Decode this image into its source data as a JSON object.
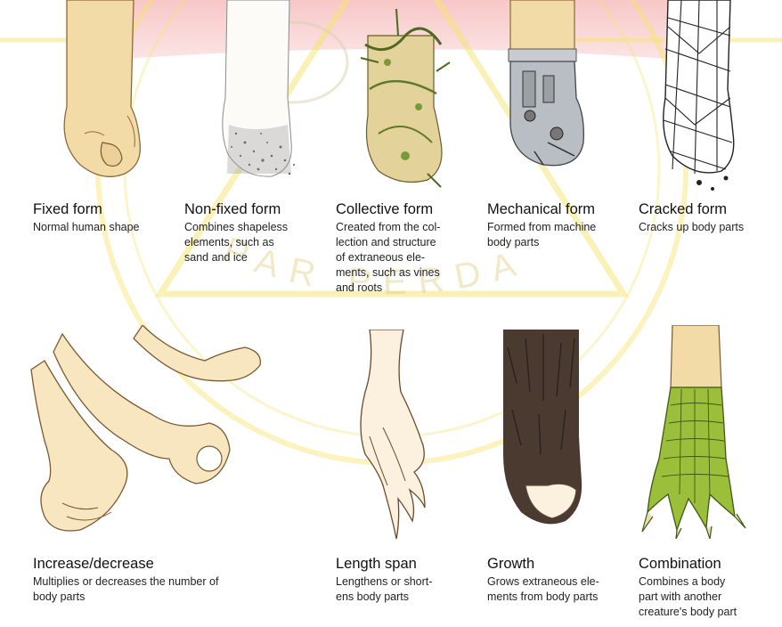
{
  "colors": {
    "skin": "#f3dba8",
    "skin_outline": "#8a6a3a",
    "watermark": "#f6e36e",
    "watermark_red": "#e94a4a",
    "scale": "#9bbf3a",
    "fur": "#4a3a30",
    "metal": "#9aa0a4"
  },
  "watermark": {
    "text": "PAR PERDA"
  },
  "row1": [
    {
      "title": "Fixed form",
      "desc": [
        "Normal human shape"
      ],
      "icon": "fixed-form-hand-icon"
    },
    {
      "title": "Non-fixed form",
      "desc": [
        "Combines shapeless",
        "elements, such as",
        "sand and ice"
      ],
      "icon": "non-fixed-form-hand-icon"
    },
    {
      "title": "Collective form",
      "desc": [
        "Created from the col-",
        "lection and structure",
        "of extraneous ele-",
        "ments, such as vines",
        "and roots"
      ],
      "icon": "collective-form-hand-icon"
    },
    {
      "title": "Mechanical form",
      "desc": [
        "Formed from machine",
        "body parts"
      ],
      "icon": "mechanical-form-hand-icon"
    },
    {
      "title": "Cracked form",
      "desc": [
        "Cracks up body parts"
      ],
      "icon": "cracked-form-hand-icon"
    }
  ],
  "row2": [
    {
      "title": "Increase/decrease",
      "desc": [
        "Multiplies or decreases the number of",
        "body parts"
      ],
      "icon": "increase-decrease-hands-icon"
    },
    {
      "title": "Length span",
      "desc": [
        "Lengthens or short-",
        "ens body parts"
      ],
      "icon": "length-span-hand-icon"
    },
    {
      "title": "Growth",
      "desc": [
        "Grows extraneous ele-",
        "ments from body parts"
      ],
      "icon": "growth-hand-icon"
    },
    {
      "title": "Combination",
      "desc": [
        "Combines a body",
        "part with another",
        "creature's body part"
      ],
      "icon": "combination-claw-icon"
    }
  ]
}
